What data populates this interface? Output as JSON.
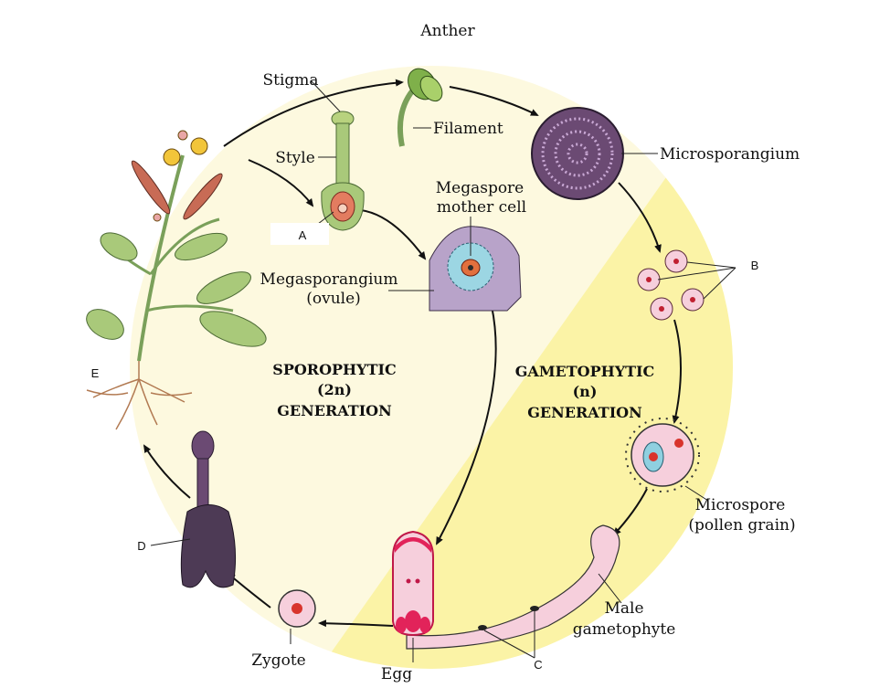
{
  "labels": {
    "anther": "Anther",
    "stigma": "Stigma",
    "filament": "Filament",
    "microsporangium": "Microsporangium",
    "style": "Style",
    "megaspore_line1": "Megaspore",
    "megaspore_line2": "mother cell",
    "a": "A",
    "b": "B",
    "megasporangium_line1": "Megasporangium",
    "megasporangium_line2": "(ovule)",
    "e": "E",
    "sporophytic_line1": "SPOROPHYTIC",
    "sporophytic_line2": "(2n)",
    "sporophytic_line3": "GENERATION",
    "gametophytic_line1": "GAMETOPHYTIC",
    "gametophytic_line2": "(n)",
    "gametophytic_line3": "GENERATION",
    "microspore_line1": "Microspore",
    "microspore_line2": "(pollen grain)",
    "d": "D",
    "male_line1": "Male",
    "male_line2": "gametophyte",
    "zygote": "Zygote",
    "egg": "Egg",
    "c": "C"
  },
  "colors": {
    "sporophyte_bg": "#fdf9df",
    "gametophyte_bg": "#fbf3a6",
    "plant_green": "#a9c97a",
    "sporangium_purple": "#6b4a73",
    "pollen_pink": "#f6cfdc",
    "egg_red": "#e2235a"
  }
}
